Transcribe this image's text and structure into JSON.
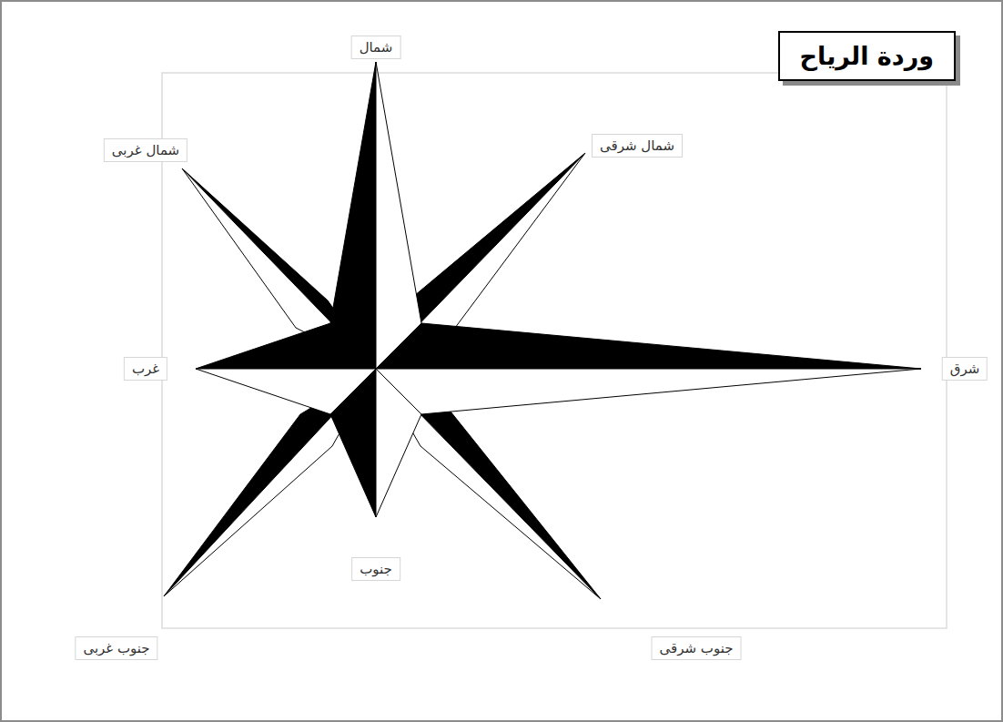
{
  "diagram": {
    "title": "وردة الرياح",
    "labels": [
      "شمال",
      "شمال غربى",
      "شمال شرقى",
      "غرب",
      "شرق",
      "جنوب",
      "جنوب غربى",
      "جنوب شرقى"
    ]
  }
}
